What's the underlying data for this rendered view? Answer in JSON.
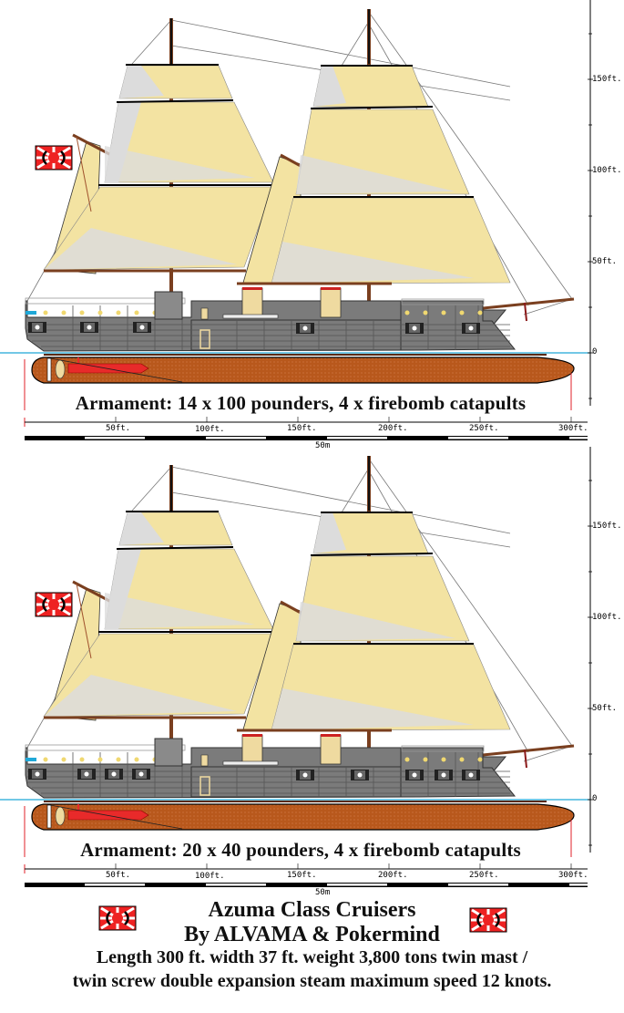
{
  "colors": {
    "sail": "#f3e3a2",
    "sail_shadow": "#dcdcdc",
    "hull_upper": "#7b7b7b",
    "hull_lines": "#444444",
    "hull_lower": "#b8581c",
    "waterline": "#1fa8d8",
    "mast": "#7a3f1f",
    "funnel": "#efdaa0",
    "funnel_cap": "#cc2222",
    "flag_red": "#ee2222",
    "scale_red": "#e0202a",
    "torpedo": "#e82a2a"
  },
  "ships": [
    {
      "armament": "Armament: 14 x 100 pounders, 4 x firebomb catapults",
      "guns_port_positions": [
        41,
        98,
        156
      ],
      "guns_aft_positions": [
        216,
        433,
        509
      ]
    },
    {
      "armament": "Armament: 20 x 40 pounders, 4 x firebomb catapults",
      "guns_port_positions": [
        41,
        98,
        126,
        156
      ],
      "guns_aft_positions": [
        335,
        395,
        455,
        515
      ]
    }
  ],
  "horizontal_scale": {
    "labels": [
      "50ft.",
      "100ft.",
      "150ft.",
      "200ft.",
      "250ft.",
      "300ft."
    ],
    "metric_label": "50m"
  },
  "vertical_scale": {
    "labels": [
      "150ft.",
      "100ft.",
      "50ft.",
      "0"
    ]
  },
  "footer": {
    "title": "Azuma Class Cruisers",
    "credit": "By ALVAMA & Pokermind",
    "specs_line1": "Length 300 ft. width 37 ft. weight 3,800 tons twin mast /",
    "specs_line2": "twin screw double expansion steam maximum speed 12 knots."
  },
  "icons": {
    "flag": "rising-sun-flag-icon"
  }
}
